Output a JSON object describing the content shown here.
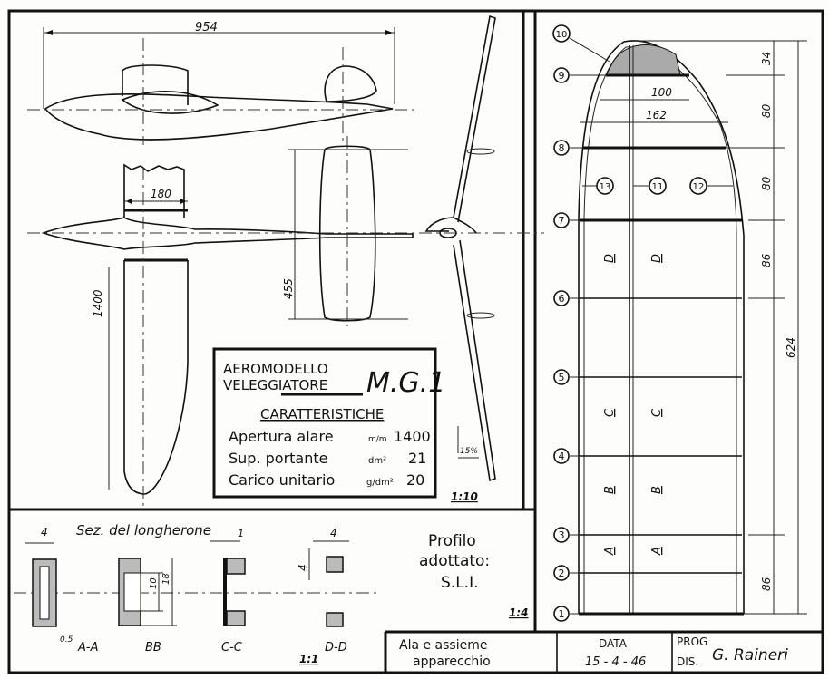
{
  "title_box": {
    "line1": "AEROMODELLO",
    "line2": "VELEGGIATORE",
    "model": "M.G.1",
    "subtitle": "CARATTERISTICHE",
    "specs": [
      {
        "label": "Apertura alare",
        "unit": "m/m.",
        "value": "1400"
      },
      {
        "label": "Sup. portante",
        "unit": "dm²",
        "value": "21"
      },
      {
        "label": "Carico unitario",
        "unit": "g/dm²",
        "value": "20"
      }
    ]
  },
  "general_view": {
    "length_dim": "954",
    "chord_dim": "180",
    "half_span_dim": "1400",
    "stab_span_dim": "455",
    "dihedral": "15%",
    "scale": "1:10"
  },
  "spar_sections": {
    "title": "Sez. del longherone",
    "dims": {
      "aa_width": "4",
      "aa_web": "0.5",
      "bb_inner": "10",
      "bb_outer": "18",
      "cc_web": "1",
      "dd_w": "4",
      "dd_h": "4"
    },
    "labels": [
      "A-A",
      "BB",
      "C-C",
      "D-D"
    ],
    "scale": "1:1"
  },
  "profile": {
    "line1": "Profilo",
    "line2": "adottato:",
    "line3": "S.L.I.",
    "scale": "1:4"
  },
  "wing_plan": {
    "ribs": [
      "1",
      "2",
      "3",
      "4",
      "5",
      "6",
      "7",
      "8",
      "9",
      "10"
    ],
    "parts": [
      "11",
      "12",
      "13"
    ],
    "dims": {
      "tip": "34",
      "d1": "80",
      "d2": "80",
      "d3": "86",
      "root": "86",
      "total": "624",
      "chord1": "100",
      "chord2": "162"
    },
    "sections": [
      "D",
      "D",
      "C",
      "C",
      "B",
      "B",
      "A",
      "A"
    ]
  },
  "title_block": {
    "description_line1": "Ala e assieme",
    "description_line2": "apparecchio",
    "date_label": "DATA",
    "date": "15 - 4 - 46",
    "prog_label": "PROG",
    "dis_label": "DIS.",
    "signature": "G. Raineri"
  }
}
